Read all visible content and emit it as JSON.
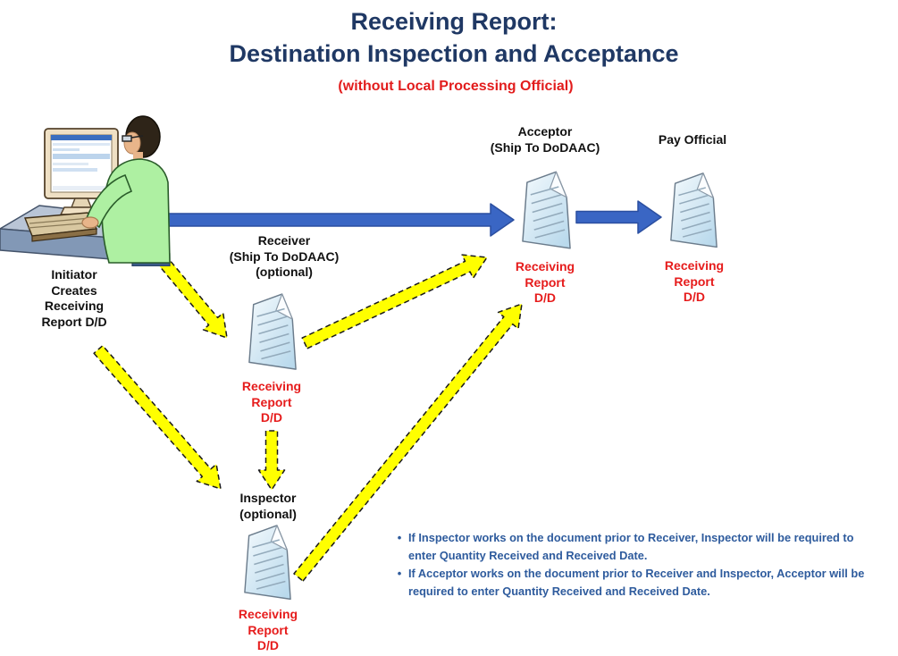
{
  "title": {
    "line1": "Receiving Report:",
    "line2": "Destination Inspection and Acceptance",
    "subtitle": "(without Local Processing Official)"
  },
  "nodes": {
    "initiator": {
      "lines": [
        "Initiator",
        "Creates",
        "Receiving",
        "Report D/D"
      ]
    },
    "receiver": {
      "lines": [
        "Receiver",
        "(Ship To DoDAAC)",
        "(optional)"
      ]
    },
    "inspector": {
      "lines": [
        "Inspector",
        "(optional)"
      ]
    },
    "acceptor": {
      "lines": [
        "Acceptor",
        "(Ship To DoDAAC)"
      ]
    },
    "pay_official": {
      "lines": [
        "Pay Official"
      ]
    }
  },
  "document_label": {
    "lines": [
      "Receiving",
      "Report",
      "D/D"
    ]
  },
  "notes": {
    "bullets": [
      "If Inspector works on the document prior to Receiver,  Inspector will be required to enter Quantity Received and Received Date.",
      "If Acceptor works on the document prior to Receiver and Inspector, Acceptor will be required to enter Quantity Received and Received Date."
    ]
  },
  "icons": {
    "document": "document-icon",
    "illustration": "person-at-computer-illustration"
  },
  "colors": {
    "title_navy": "#1F3864",
    "subtitle_red": "#E21C1C",
    "doc_label_red": "#E61C1C",
    "label_black": "#111111",
    "note_blue": "#2E5B9D",
    "blue_arrow": "#3A66C4",
    "blue_arrow_border": "#2B4FA0",
    "yellow_arrow": "#FFFF00",
    "arrow_outline": "#1A1A1A",
    "document_fill_light": "#F2F9FD",
    "document_fill_dark": "#B9D9EC"
  }
}
